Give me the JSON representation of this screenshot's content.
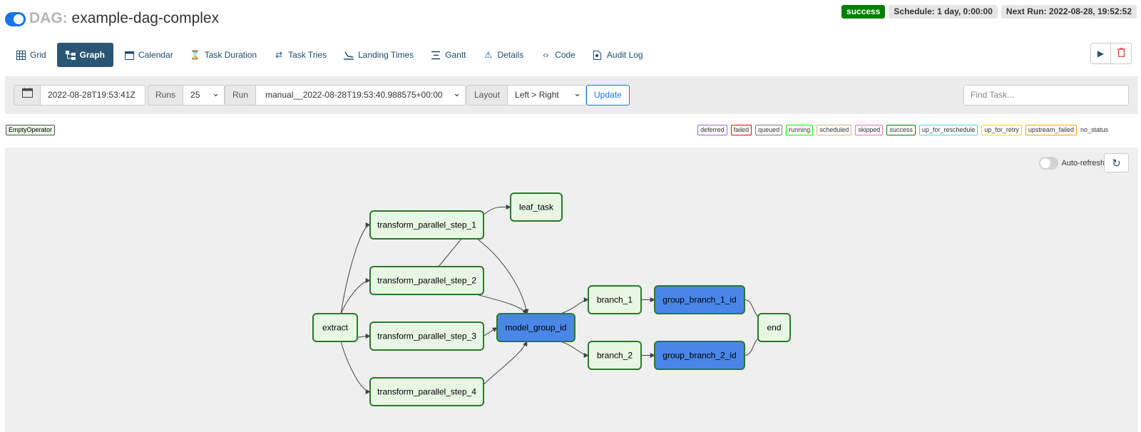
{
  "header": {
    "dag_prefix": "DAG:",
    "dag_name": "example-dag-complex",
    "status_badge": "success",
    "schedule": "Schedule: 1 day, 0:00:00",
    "next_run": "Next Run: 2022-08-28, 19:52:52",
    "colors": {
      "toggle": "#1a73e8",
      "success": "#008000"
    }
  },
  "nav": {
    "items": [
      {
        "label": "Grid",
        "icon": "grid-icon"
      },
      {
        "label": "Graph",
        "icon": "graph-icon",
        "active": true
      },
      {
        "label": "Calendar",
        "icon": "calendar-icon"
      },
      {
        "label": "Task Duration",
        "icon": "hourglass-icon"
      },
      {
        "label": "Task Tries",
        "icon": "repeat-icon"
      },
      {
        "label": "Landing Times",
        "icon": "plane-landing-icon"
      },
      {
        "label": "Gantt",
        "icon": "gantt-icon"
      },
      {
        "label": "Details",
        "icon": "warning-triangle-icon"
      },
      {
        "label": "Code",
        "icon": "code-icon"
      },
      {
        "label": "Audit Log",
        "icon": "audit-log-icon"
      }
    ],
    "actions": [
      {
        "icon": "play-icon"
      },
      {
        "icon": "trash-icon"
      }
    ]
  },
  "toolbar": {
    "date_value": "2022-08-28T19:53:41Z",
    "runs_label": "Runs",
    "runs_value": "25",
    "run_label": "Run",
    "run_value": "manual__2022-08-28T19:53:40.988575+00:00",
    "layout_label": "Layout",
    "layout_value": "Left > Right",
    "update_label": "Update",
    "find_task_placeholder": "Find Task..."
  },
  "legend": {
    "operator": "EmptyOperator",
    "statuses": [
      {
        "label": "deferred",
        "color": "#9370db"
      },
      {
        "label": "failed",
        "color": "#ff0000"
      },
      {
        "label": "queued",
        "color": "#808080"
      },
      {
        "label": "running",
        "color": "#00ff00"
      },
      {
        "label": "scheduled",
        "color": "#d2b48c"
      },
      {
        "label": "skipped",
        "color": "#ff69b4"
      },
      {
        "label": "success",
        "color": "#008000"
      },
      {
        "label": "up_for_reschedule",
        "color": "#40e0d0"
      },
      {
        "label": "up_for_retry",
        "color": "#ffd700"
      },
      {
        "label": "upstream_failed",
        "color": "#ffa500"
      }
    ],
    "no_status": "no_status"
  },
  "graph": {
    "auto_refresh_label": "Auto-refresh",
    "colors": {
      "task_fill": "#e8f7e4",
      "group_fill": "#4a86e8",
      "border": "#2a7a2a"
    },
    "nodes": [
      {
        "id": "extract",
        "label": "extract",
        "kind": "task"
      },
      {
        "id": "t1",
        "label": "transform_parallel_step_1",
        "kind": "task"
      },
      {
        "id": "t2",
        "label": "transform_parallel_step_2",
        "kind": "task"
      },
      {
        "id": "t3",
        "label": "transform_parallel_step_3",
        "kind": "task"
      },
      {
        "id": "t4",
        "label": "transform_parallel_step_4",
        "kind": "task"
      },
      {
        "id": "leaf",
        "label": "leaf_task",
        "kind": "task"
      },
      {
        "id": "model",
        "label": "model_group_id",
        "kind": "group"
      },
      {
        "id": "b1",
        "label": "branch_1",
        "kind": "task"
      },
      {
        "id": "b2",
        "label": "branch_2",
        "kind": "task"
      },
      {
        "id": "g1",
        "label": "group_branch_1_id",
        "kind": "group"
      },
      {
        "id": "g2",
        "label": "group_branch_2_id",
        "kind": "group"
      },
      {
        "id": "end",
        "label": "end",
        "kind": "task"
      }
    ],
    "edges": [
      [
        "extract",
        "t1"
      ],
      [
        "extract",
        "t2"
      ],
      [
        "extract",
        "t3"
      ],
      [
        "extract",
        "t4"
      ],
      [
        "t1",
        "leaf"
      ],
      [
        "t1",
        "model"
      ],
      [
        "t1",
        "t2"
      ],
      [
        "t2",
        "model"
      ],
      [
        "t3",
        "model"
      ],
      [
        "t4",
        "model"
      ],
      [
        "model",
        "b1"
      ],
      [
        "model",
        "b2"
      ],
      [
        "b1",
        "g1"
      ],
      [
        "b2",
        "g2"
      ],
      [
        "g1",
        "end"
      ],
      [
        "g2",
        "end"
      ]
    ]
  }
}
